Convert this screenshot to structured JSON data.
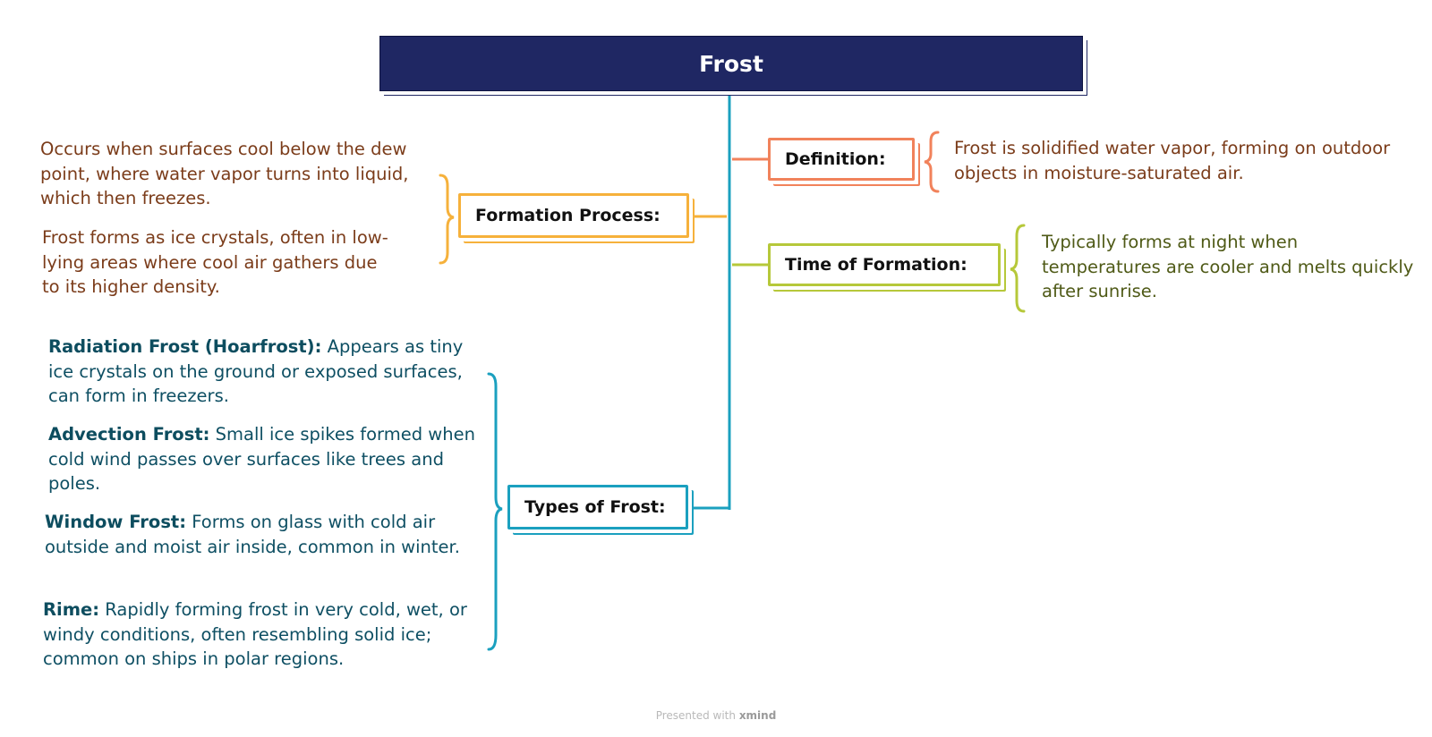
{
  "title": "Frost",
  "branches": {
    "definition": {
      "label": "Definition:",
      "text": "Frost is solidified water vapor, forming on outdoor objects in moisture-saturated air."
    },
    "formation_process": {
      "label": "Formation Process:",
      "items": [
        "Occurs when surfaces cool below the dew point, where water vapor turns into liquid, which then freezes.",
        "Frost forms as ice crystals, often in low-lying areas where cool air gathers due to its higher density."
      ]
    },
    "time_of_formation": {
      "label": "Time of Formation:",
      "text": "Typically forms at night when temperatures are cooler and melts quickly after sunrise."
    },
    "types_of_frost": {
      "label": "Types of Frost:",
      "items": [
        {
          "term": "Radiation Frost (Hoarfrost):",
          "desc": " Appears as tiny ice crystals on the ground or exposed surfaces, can form in freezers."
        },
        {
          "term": "Advection Frost:",
          "desc": " Small ice spikes formed when cold wind passes over surfaces like trees and poles."
        },
        {
          "term": "Window Frost:",
          "desc": " Forms on glass with cold air outside and moist air inside, common in winter."
        },
        {
          "term": "Rime:",
          "desc": " Rapidly forming frost in very cold, wet, or windy conditions, often resembling solid ice; common on ships in polar regions."
        }
      ]
    }
  },
  "colors": {
    "root": "#1f2763",
    "definition": "#f1825b",
    "formation": "#f6b13b",
    "time": "#b6c83a",
    "types": "#1ba0bf"
  },
  "footer": {
    "prefix": "Presented with",
    "brand": "xmind"
  }
}
